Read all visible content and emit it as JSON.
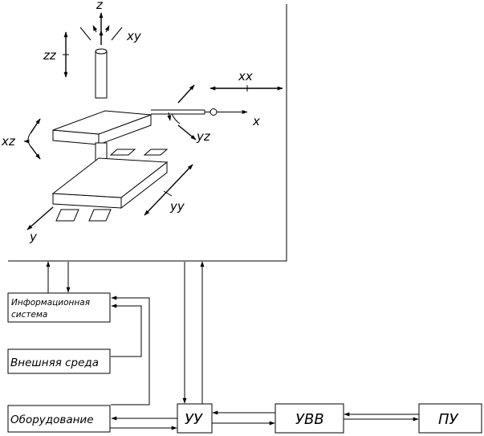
{
  "axes": {
    "z": "z",
    "xy": "xy",
    "zz": "zz",
    "xx": "xx",
    "x": "x",
    "xz": "xz",
    "yz": "yz",
    "yy": "yy",
    "y": "y"
  },
  "blocks": {
    "info_line1": "Информационная",
    "info_line2": "система",
    "env": "Внешняя среда",
    "equip": "Оборудование",
    "uu": "УУ",
    "uvv": "УВВ",
    "pu": "ПУ"
  }
}
